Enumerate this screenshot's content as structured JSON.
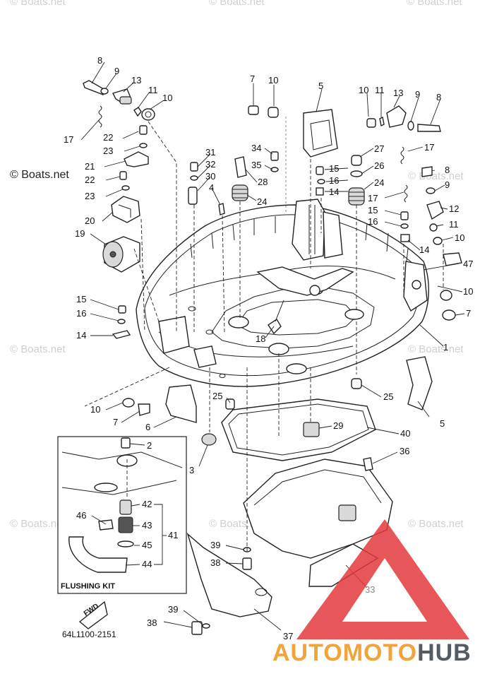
{
  "diagram": {
    "drawing_code": "64L1100-2151",
    "watermark_text": "© Boats.net",
    "prominent_watermark": "© Boats.net",
    "inset_title": "FLUSHING KIT",
    "fwd_label": "FWD",
    "brand": {
      "auto": "AUTOMOTO",
      "hub": "HUB",
      "colors": {
        "triangle": "#e3393d",
        "orange": "#f4a23b",
        "red": "#e4393a",
        "gray": "#555b63"
      }
    },
    "callouts": [
      "8",
      "9",
      "13",
      "11",
      "10",
      "17",
      "22",
      "23",
      "21",
      "22",
      "23",
      "20",
      "19",
      "7",
      "10",
      "5",
      "31",
      "32",
      "30",
      "4",
      "34",
      "35",
      "28",
      "24",
      "10",
      "11",
      "13",
      "9",
      "8",
      "17",
      "27",
      "26",
      "24",
      "15",
      "16",
      "14",
      "17",
      "8",
      "9",
      "12",
      "11",
      "10",
      "15",
      "16",
      "14",
      "47",
      "10",
      "7",
      "1",
      "18",
      "15",
      "16",
      "14",
      "10",
      "7",
      "6",
      "25",
      "25",
      "5",
      "29",
      "40",
      "2",
      "36",
      "3",
      "42",
      "46",
      "43",
      "41",
      "45",
      "44",
      "39",
      "38",
      "33",
      "39",
      "38",
      "37"
    ]
  }
}
